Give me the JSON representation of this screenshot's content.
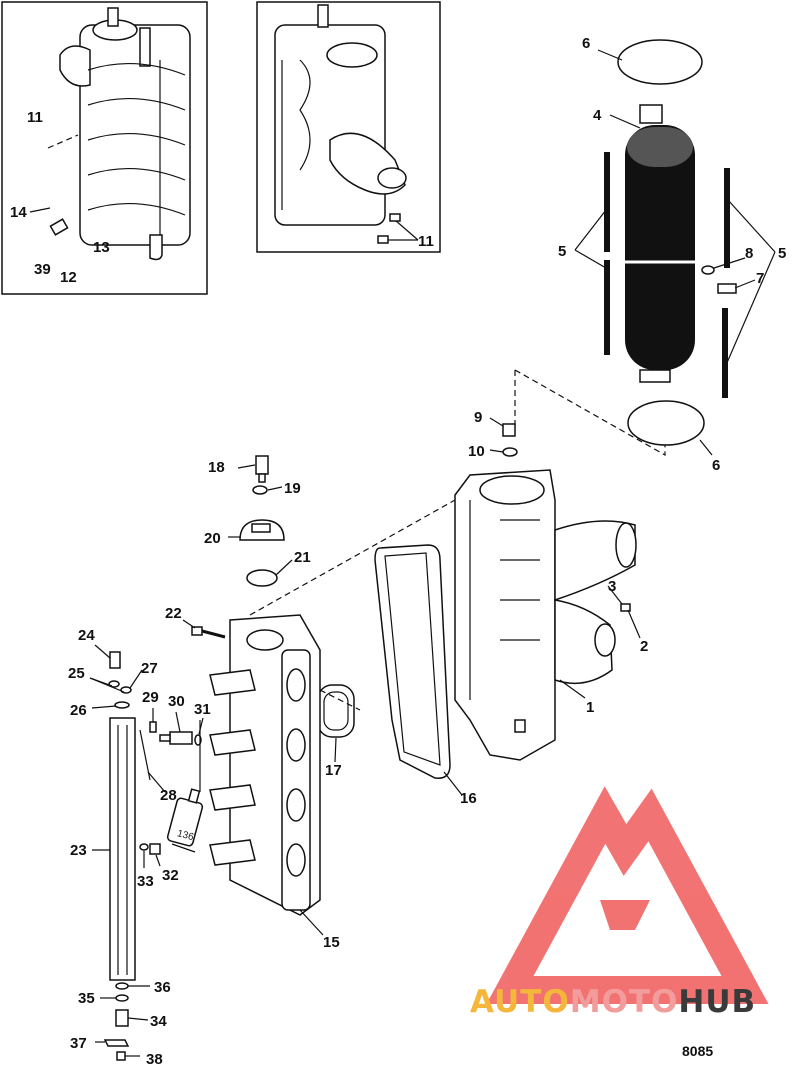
{
  "figure_number": "8085",
  "watermark": {
    "part1": "AUTO",
    "part2": "MOTO",
    "part3": "HUB",
    "colors": {
      "logo": "#f05a5a",
      "auto": "#f5b73b",
      "moto": "#f29c9c",
      "hub": "#3a3a3a"
    }
  },
  "tube_label": "136",
  "callouts": {
    "c1": "1",
    "c2": "2",
    "c3": "3",
    "c4": "4",
    "c5a": "5",
    "c5b": "5",
    "c6a": "6",
    "c6b": "6",
    "c7": "7",
    "c8": "8",
    "c9": "9",
    "c10": "10",
    "c11a": "11",
    "c11b": "11",
    "c12": "12",
    "c13": "13",
    "c14": "14",
    "c15": "15",
    "c16": "16",
    "c17": "17",
    "c18": "18",
    "c19": "19",
    "c20": "20",
    "c21": "21",
    "c22": "22",
    "c23": "23",
    "c24": "24",
    "c25": "25",
    "c26": "26",
    "c27": "27",
    "c28": "28",
    "c29": "29",
    "c30": "30",
    "c31": "31",
    "c32": "32",
    "c33": "33",
    "c34": "34",
    "c35": "35",
    "c36": "36",
    "c37": "37",
    "c38": "38",
    "c39": "39"
  }
}
